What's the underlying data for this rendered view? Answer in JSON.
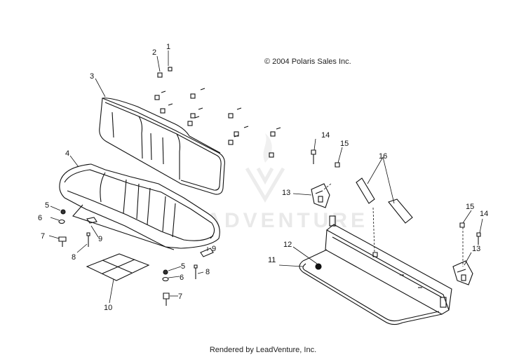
{
  "copyright": "© 2004 Polaris Sales Inc.",
  "footer": "Rendered by LeadVenture, Inc.",
  "watermark": {
    "text": "LEADVENTURE"
  },
  "callouts": [
    {
      "id": "c1",
      "label": "1"
    },
    {
      "id": "c2",
      "label": "2"
    },
    {
      "id": "c3",
      "label": "3"
    },
    {
      "id": "c4",
      "label": "4"
    },
    {
      "id": "c5a",
      "label": "5"
    },
    {
      "id": "c6a",
      "label": "6"
    },
    {
      "id": "c7a",
      "label": "7"
    },
    {
      "id": "c8a",
      "label": "8"
    },
    {
      "id": "c9a",
      "label": "9"
    },
    {
      "id": "c9b",
      "label": "9"
    },
    {
      "id": "c5b",
      "label": "5"
    },
    {
      "id": "c6b",
      "label": "6"
    },
    {
      "id": "c8b",
      "label": "8"
    },
    {
      "id": "c7b",
      "label": "7"
    },
    {
      "id": "c10",
      "label": "10"
    },
    {
      "id": "c11",
      "label": "11"
    },
    {
      "id": "c12",
      "label": "12"
    },
    {
      "id": "c13a",
      "label": "13"
    },
    {
      "id": "c14a",
      "label": "14"
    },
    {
      "id": "c15a",
      "label": "15"
    },
    {
      "id": "c16",
      "label": "16"
    },
    {
      "id": "c15b",
      "label": "15"
    },
    {
      "id": "c14b",
      "label": "14"
    },
    {
      "id": "c13b",
      "label": "13"
    }
  ]
}
